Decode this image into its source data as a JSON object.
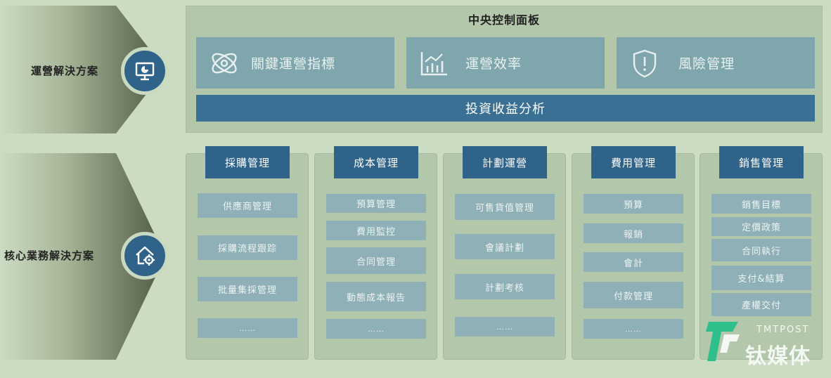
{
  "rows": [
    {
      "label": "運營解決方案",
      "icon": "presentation-chart-icon"
    },
    {
      "label": "核心業務解決方案",
      "icon": "home-gear-icon"
    }
  ],
  "control_panel": {
    "title": "中央控制面板",
    "kpis": [
      {
        "label": "關鍵運營指標",
        "icon": "atom-icon"
      },
      {
        "label": "運營效率",
        "icon": "bar-chart-icon"
      },
      {
        "label": "風險管理",
        "icon": "shield-alert-icon"
      }
    ],
    "banner": "投資收益分析"
  },
  "modules": [
    {
      "title": "採購管理",
      "items": [
        "供應商管理",
        "採購流程跟踪",
        "批量集採管理",
        "……"
      ]
    },
    {
      "title": "成本管理",
      "items": [
        "預算管理",
        "費用監控",
        "合同管理",
        "動態成本報告",
        "……"
      ]
    },
    {
      "title": "計劃運營",
      "items": [
        "可售貨值管理",
        "會議計劃",
        "計劃考核",
        "……"
      ]
    },
    {
      "title": "費用管理",
      "items": [
        "預算",
        "報銷",
        "會計",
        "付款管理",
        "……"
      ]
    },
    {
      "title": "銷售管理",
      "items": [
        "銷售目標",
        "定價政策",
        "合同執行",
        "支付&結算",
        "產權交付"
      ]
    }
  ],
  "watermark": {
    "brand_en": "TMTPOST",
    "brand_cn": "钛媒体"
  },
  "colors": {
    "background": "#cbdcc3",
    "dark_blue": "#2f6389",
    "tile": "#8eb0b6",
    "banner": "#3a7093"
  }
}
